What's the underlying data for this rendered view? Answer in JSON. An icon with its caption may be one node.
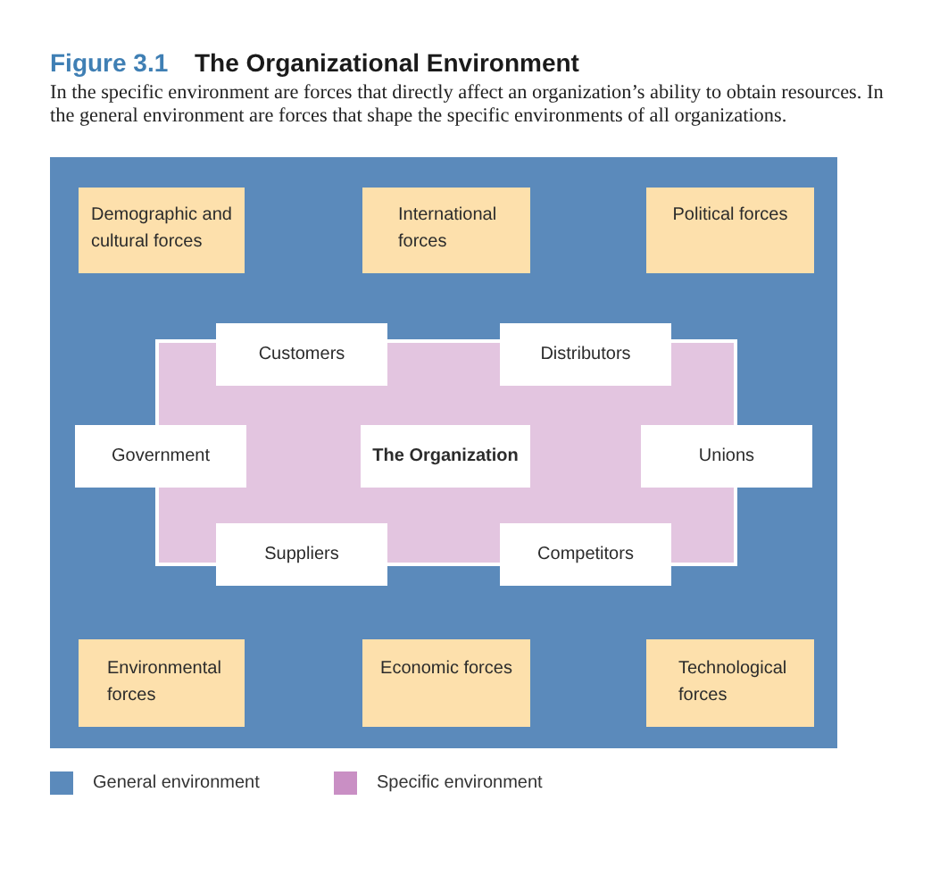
{
  "diagram": {
    "title": "The Organizational Environment",
    "caption": "In the specific environment are forces that directly affect an organization’s ability to obtain resources. In the general environment are forces that shape the specific environments of all organizations.",
    "nodes": [
      {
        "text": [],
        "shape": "box"
      },
      {
        "text": [
          "Demographic and cultural forces"
        ],
        "in": 0
      },
      {
        "text": [
          "International forces"
        ],
        "in": 0
      },
      {
        "text": [
          "Political forces"
        ],
        "in": 0
      },
      {
        "text": [
          "Customers"
        ],
        "in": 0
      },
      {
        "text": [
          "Distributors"
        ],
        "in": 0
      },
      {
        "text": [],
        "shape": "box",
        "in": 0
      },
      {
        "text": [
          "Government"
        ],
        "in": 0
      },
      {
        "text": [
          "The Organization"
        ],
        "in": 6
      },
      {
        "text": [
          "Unions"
        ],
        "in": 0
      },
      {
        "text": [
          "Suppliers"
        ],
        "in": 0
      },
      {
        "text": [
          "Competitors"
        ],
        "in": 0
      },
      {
        "text": [
          "Environmental forces"
        ],
        "in": 0
      },
      {
        "text": [
          "Economic forces"
        ],
        "in": 0
      },
      {
        "text": [
          "Technological forces"
        ],
        "in": 0
      }
    ],
    "labels": [
      "Figure 3.1"
    ],
    "legend": [
      {
        "text": "General environment",
        "color": "#5b8abb"
      },
      {
        "text": "Specific environment",
        "color": "#c98fc4"
      }
    ]
  }
}
